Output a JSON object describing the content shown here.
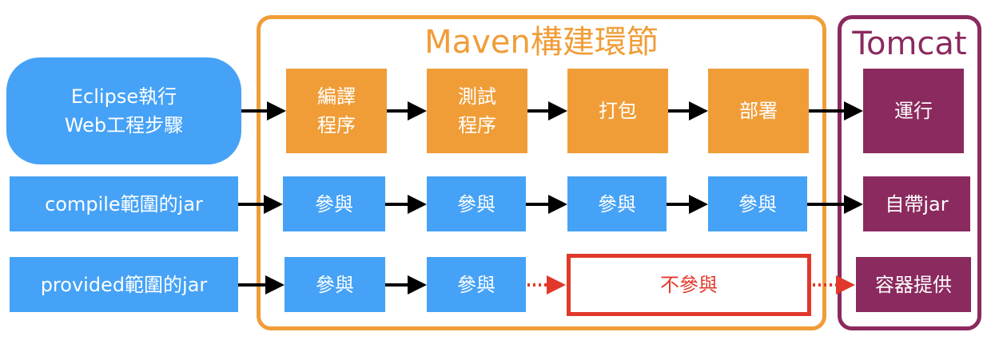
{
  "colors": {
    "blue": "#45a2f6",
    "orange": "#f09d38",
    "purple": "#8b2a5e",
    "red": "#e0392b",
    "arrow": "#000000"
  },
  "maven": {
    "title": "Maven構建環節",
    "steps": [
      "編譯\n程序",
      "測試\n程序",
      "打包",
      "部署"
    ]
  },
  "tomcat": {
    "title": "Tomcat",
    "run": "運行",
    "bundled": "自帶jar",
    "container": "容器提供"
  },
  "rows": {
    "eclipse": "Eclipse執行\nWeb工程步驟",
    "compile": "compile範圍的jar",
    "provided": "provided範圍的jar"
  },
  "participate": "參與",
  "not_participate": "不參與"
}
